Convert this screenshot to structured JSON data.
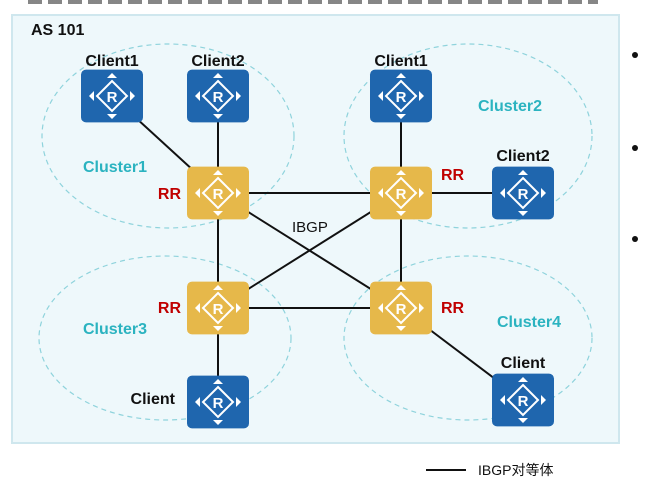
{
  "as_label": "AS 101",
  "ibgp_label": "IBGP",
  "legend": {
    "text": "IBGP对等体"
  },
  "clusters": [
    {
      "id": "c1",
      "label": "Cluster1"
    },
    {
      "id": "c2",
      "label": "Cluster2"
    },
    {
      "id": "c3",
      "label": "Cluster3"
    },
    {
      "id": "c4",
      "label": "Cluster4"
    }
  ],
  "routers": [
    {
      "id": "c1-client1",
      "label": "Client1",
      "role": "client",
      "color": "#1f66ae"
    },
    {
      "id": "c1-client2",
      "label": "Client2",
      "role": "client",
      "color": "#1f66ae"
    },
    {
      "id": "c2-client1",
      "label": "Client1",
      "role": "client",
      "color": "#1f66ae"
    },
    {
      "id": "c2-client2",
      "label": "Client2",
      "role": "client",
      "color": "#1f66ae"
    },
    {
      "id": "c3-client",
      "label": "Client",
      "role": "client",
      "color": "#1f66ae"
    },
    {
      "id": "c4-client",
      "label": "Client",
      "role": "client",
      "color": "#1f66ae"
    },
    {
      "id": "rr1",
      "label": "RR",
      "role": "rr",
      "color": "#e6b84a"
    },
    {
      "id": "rr2",
      "label": "RR",
      "role": "rr",
      "color": "#e6b84a"
    },
    {
      "id": "rr3",
      "label": "RR",
      "role": "rr",
      "color": "#e6b84a"
    },
    {
      "id": "rr4",
      "label": "RR",
      "role": "rr",
      "color": "#e6b84a"
    }
  ],
  "links": [
    [
      "c1-client1",
      "rr1"
    ],
    [
      "c1-client2",
      "rr1"
    ],
    [
      "c2-client1",
      "rr2"
    ],
    [
      "c2-client2",
      "rr2"
    ],
    [
      "c3-client",
      "rr3"
    ],
    [
      "c4-client",
      "rr4"
    ],
    [
      "rr1",
      "rr2"
    ],
    [
      "rr1",
      "rr3"
    ],
    [
      "rr1",
      "rr4"
    ],
    [
      "rr2",
      "rr3"
    ],
    [
      "rr2",
      "rr4"
    ],
    [
      "rr3",
      "rr4"
    ]
  ],
  "colors": {
    "client": "#1f66ae",
    "rr": "#e6b84a",
    "cluster_border": "#8fd3dc",
    "link": "#111111"
  }
}
